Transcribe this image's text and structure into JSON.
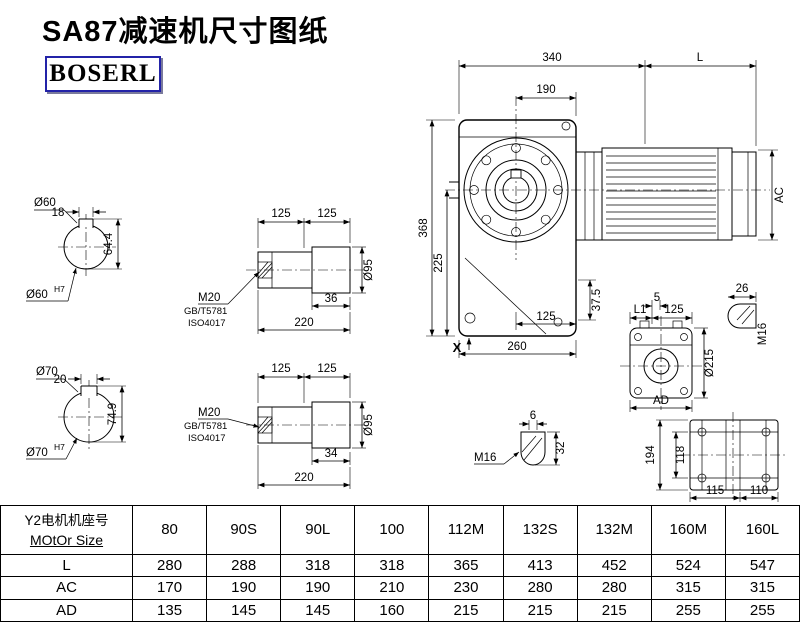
{
  "title": "SA87减速机尺寸图纸",
  "logo": "BOSERL",
  "drawing": {
    "main_view": {
      "dim_top_width": "340",
      "dim_motor_length": "L",
      "dim_flange_offset": "190",
      "dim_height": "368",
      "dim_center_height": "225",
      "dim_foot": "37.5",
      "dim_bottom_flange": "125",
      "dim_base_width": "260",
      "label_x": "X",
      "dim_motor_height": "AC"
    },
    "shaft60": {
      "dia_label": "Ø60",
      "key_width": "18",
      "key_height": "64.4",
      "bore_label": "Ø60",
      "bore_tol": "H7"
    },
    "shaft70": {
      "dia_label": "Ø70",
      "key_width": "20",
      "key_height": "74.9",
      "bore_label": "Ø70",
      "bore_tol": "H7"
    },
    "shaft_detail_1": {
      "dim_half_a": "125",
      "dim_half_b": "125",
      "thread": "M20",
      "std1": "GB/T5781",
      "std2": "ISO4017",
      "collar": "36",
      "length": "220",
      "dia": "Ø95"
    },
    "shaft_detail_2": {
      "dim_half_a": "125",
      "dim_half_b": "125",
      "thread": "M20",
      "std1": "GB/T5781",
      "std2": "ISO4017",
      "collar": "34",
      "length": "220",
      "dia": "Ø95"
    },
    "side_view": {
      "dim_l1": "L1",
      "dim_125": "125",
      "dim_5": "5",
      "dia": "Ø215",
      "dim_ad": "AD"
    },
    "key_section_small": {
      "width": "26",
      "thread": "M16"
    },
    "key_section_large": {
      "width": "6",
      "height": "32",
      "thread": "M16"
    },
    "flange_view": {
      "dim_outer": "194",
      "dim_inner": "118",
      "dim_left": "115",
      "dim_right": "110"
    }
  },
  "table": {
    "header_cn": "Y2电机机座号",
    "header_en": "MOtOr Size",
    "frames": [
      "80",
      "90S",
      "90L",
      "100",
      "112M",
      "132S",
      "132M",
      "160M",
      "160L"
    ],
    "rows": [
      {
        "label": "L",
        "values": [
          "280",
          "288",
          "318",
          "318",
          "365",
          "413",
          "452",
          "524",
          "547"
        ]
      },
      {
        "label": "AC",
        "values": [
          "170",
          "190",
          "190",
          "210",
          "230",
          "280",
          "280",
          "315",
          "315"
        ]
      },
      {
        "label": "AD",
        "values": [
          "135",
          "145",
          "145",
          "160",
          "215",
          "215",
          "215",
          "255",
          "255"
        ]
      }
    ]
  }
}
